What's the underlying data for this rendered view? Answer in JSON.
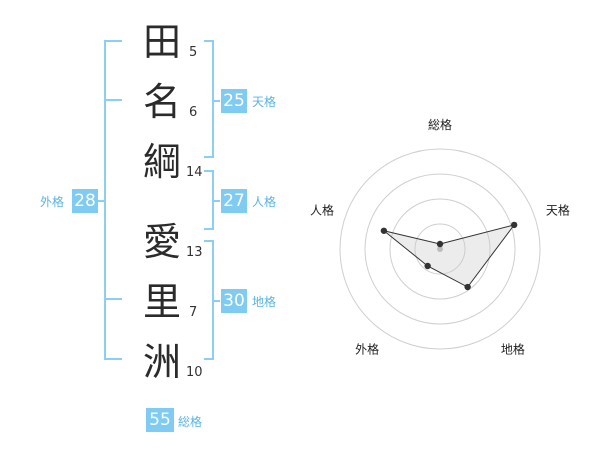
{
  "colors": {
    "accent": "#7fcbf2",
    "accent_text": "#5ab4e6",
    "bracket": "#8ccfee"
  },
  "characters": [
    {
      "char": "田",
      "strokes": "5"
    },
    {
      "char": "名",
      "strokes": "6"
    },
    {
      "char": "綱",
      "strokes": "14"
    },
    {
      "char": "愛",
      "strokes": "13"
    },
    {
      "char": "里",
      "strokes": "7"
    },
    {
      "char": "洲",
      "strokes": "10"
    }
  ],
  "badges": {
    "tenkaku": {
      "value": "25",
      "label": "天格"
    },
    "jinkaku": {
      "value": "27",
      "label": "人格"
    },
    "chikaku": {
      "value": "30",
      "label": "地格"
    },
    "gaikaku": {
      "value": "28",
      "label": "外格"
    },
    "soukaku": {
      "value": "55",
      "label": "総格"
    }
  },
  "radar": {
    "axes": [
      "総格",
      "天格",
      "地格",
      "外格",
      "人格"
    ],
    "values": [
      0.05,
      0.78,
      0.47,
      0.21,
      0.59
    ],
    "rings": 4
  }
}
